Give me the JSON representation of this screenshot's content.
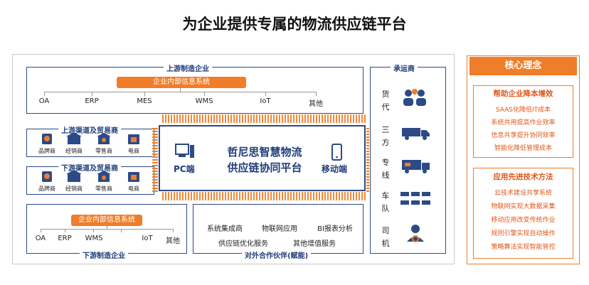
{
  "title": "为企业提供专属的物流供应链平台",
  "upstream_mfg": {
    "label": "上游制造企业",
    "internal_label": "企业内部信息系统",
    "systems": [
      "OA",
      "ERP",
      "MES",
      "WMS",
      "IoT",
      "其他"
    ]
  },
  "upstream_channel": {
    "label": "上游渠道及贸易商",
    "items": [
      "品牌商",
      "经销商",
      "零售商",
      "电商"
    ]
  },
  "downstream_channel": {
    "label": "下游渠道及贸易商",
    "items": [
      "品牌商",
      "经销商",
      "零售商",
      "电商"
    ]
  },
  "downstream_mfg": {
    "label": "下游制造企业",
    "internal_label": "企业内部信息系统",
    "systems": [
      "OA",
      "ERP",
      "WMS",
      "IoT",
      "其他"
    ]
  },
  "center": {
    "line1": "哲尼思智慧物流",
    "line2": "供应链协同平台",
    "pc": "PC端",
    "mobile": "移动端"
  },
  "partners": {
    "label": "对外合作伙伴(赋能)",
    "row1": [
      "系统集成商",
      "物联网应用",
      "BI报表分析"
    ],
    "row2": [
      "供应链优化服务",
      "其他增值服务"
    ]
  },
  "carriers": {
    "label": "承运商",
    "items": [
      "货代",
      "三方",
      "专线",
      "车队",
      "司机"
    ]
  },
  "core": {
    "title": "核心理念",
    "section1": {
      "title": "帮助企业降本增效",
      "items": [
        "SAAS化降低IT成本",
        "系统共用提高作业效率",
        "信息共享提升协同效率",
        "智能化降低管理成本"
      ]
    },
    "section2": {
      "title": "应用先进技术方法",
      "items": [
        "云技术建设共享系统",
        "物联网实现大数据采集",
        "移动应用改变传统作业",
        "规则引擎实现自动操作",
        "策略算法实现智能管控"
      ]
    }
  },
  "colors": {
    "navy": "#2c4a86",
    "orange": "#ef7d29"
  }
}
